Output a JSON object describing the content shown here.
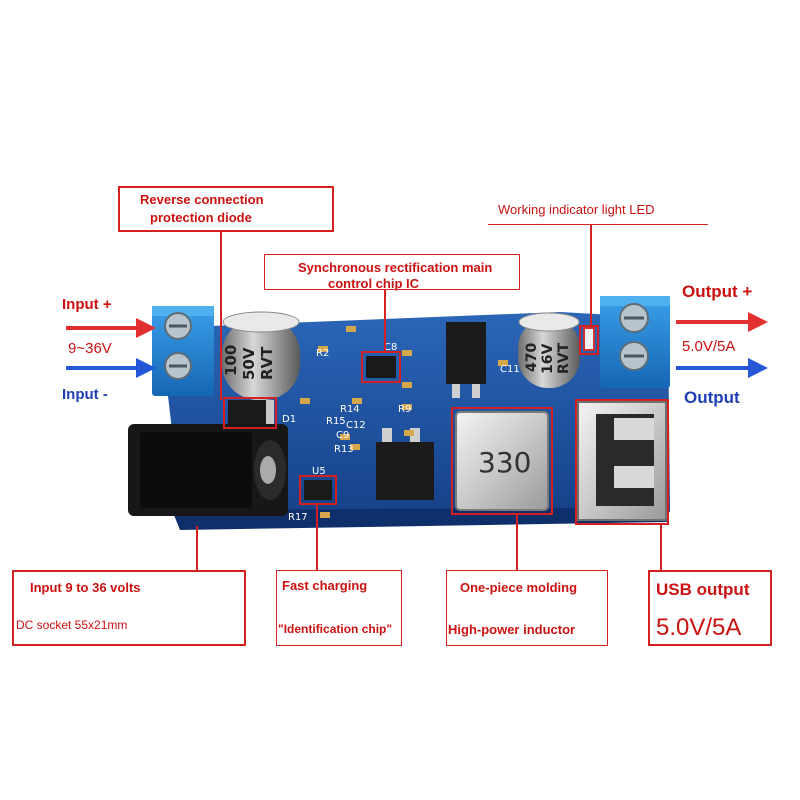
{
  "annotations": {
    "reverse_diode": [
      "Reverse connection",
      "protection diode"
    ],
    "sync_chip": [
      "Synchronous rectification main",
      "control chip IC"
    ],
    "led": "Working indicator light LED",
    "input_plus": "Input +",
    "input_voltage": "9~36V",
    "input_minus": "Input -",
    "output_plus": "Output +",
    "output_rating": "5.0V/5A",
    "output_minus": "Output",
    "dc_socket": [
      "Input 9 to 36 volts",
      "DC socket 55x21mm"
    ],
    "fast_charging": [
      "Fast charging",
      "\"Identification chip\""
    ],
    "inductor": [
      "One-piece molding",
      "High-power inductor"
    ],
    "usb_output": [
      "USB output",
      "5.0V/5A"
    ]
  },
  "board": {
    "inductor_marking": "330",
    "cap_left": [
      "100",
      "50V",
      "RVT"
    ],
    "cap_right": [
      "470",
      "16V",
      "RVT"
    ],
    "silkscreen": [
      "R2",
      "C8",
      "D1",
      "R15",
      "C9",
      "R13",
      "U5",
      "R17",
      "C11",
      "R14",
      "R9",
      "C12"
    ]
  },
  "colors": {
    "annotation": "#d42020",
    "board": "#1c4f9e",
    "terminal": "#1e88d6",
    "arrow_blue": "#2458d8"
  }
}
